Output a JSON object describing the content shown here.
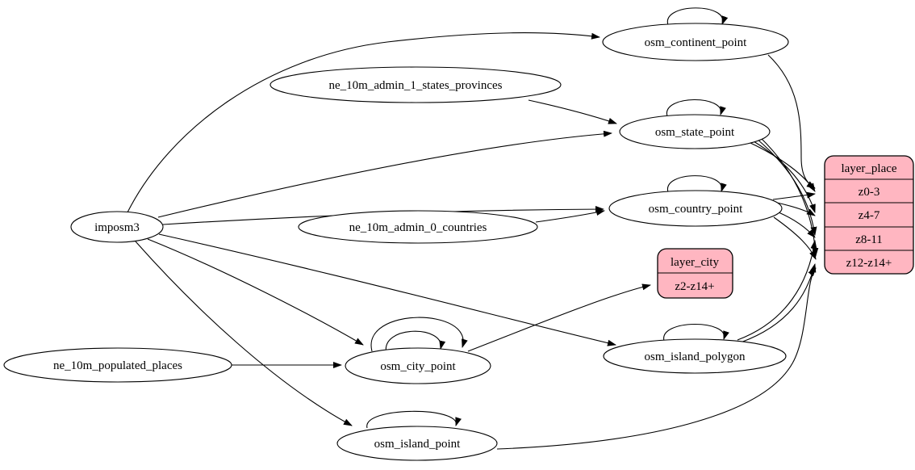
{
  "diagram": {
    "kind": "etl-dependency-graph",
    "background": "#ffffff",
    "colors": {
      "node_fill": "#ffffff",
      "record_fill": "#ffb6c1",
      "stroke": "#000000",
      "text": "#000000"
    },
    "nodes": {
      "imposm3": {
        "label": "imposm3",
        "shape": "ellipse"
      },
      "ne_10m_admin_1_states_provinces": {
        "label": "ne_10m_admin_1_states_provinces",
        "shape": "ellipse"
      },
      "ne_10m_admin_0_countries": {
        "label": "ne_10m_admin_0_countries",
        "shape": "ellipse"
      },
      "ne_10m_populated_places": {
        "label": "ne_10m_populated_places",
        "shape": "ellipse"
      },
      "osm_continent_point": {
        "label": "osm_continent_point",
        "shape": "ellipse"
      },
      "osm_state_point": {
        "label": "osm_state_point",
        "shape": "ellipse"
      },
      "osm_country_point": {
        "label": "osm_country_point",
        "shape": "ellipse"
      },
      "osm_city_point": {
        "label": "osm_city_point",
        "shape": "ellipse"
      },
      "osm_island_polygon": {
        "label": "osm_island_polygon",
        "shape": "ellipse"
      },
      "osm_island_point": {
        "label": "osm_island_point",
        "shape": "ellipse"
      }
    },
    "records": {
      "layer_city": {
        "title": "layer_city",
        "rows": [
          "z2-z14+"
        ]
      },
      "layer_place": {
        "title": "layer_place",
        "rows": [
          "z0-3",
          "z4-7",
          "z8-11",
          "z12-z14+"
        ]
      }
    },
    "edges": [
      {
        "from": "imposm3",
        "to": "osm_continent_point"
      },
      {
        "from": "imposm3",
        "to": "osm_state_point"
      },
      {
        "from": "imposm3",
        "to": "osm_country_point"
      },
      {
        "from": "imposm3",
        "to": "osm_city_point"
      },
      {
        "from": "imposm3",
        "to": "osm_island_polygon"
      },
      {
        "from": "imposm3",
        "to": "osm_island_point"
      },
      {
        "from": "ne_10m_admin_1_states_provinces",
        "to": "osm_state_point"
      },
      {
        "from": "ne_10m_admin_0_countries",
        "to": "osm_country_point"
      },
      {
        "from": "ne_10m_populated_places",
        "to": "osm_city_point"
      },
      {
        "from": "osm_continent_point",
        "to": "osm_continent_point",
        "self_loop": true
      },
      {
        "from": "osm_state_point",
        "to": "osm_state_point",
        "self_loop": true
      },
      {
        "from": "osm_country_point",
        "to": "osm_country_point",
        "self_loop": true
      },
      {
        "from": "osm_city_point",
        "to": "osm_city_point",
        "self_loop": true
      },
      {
        "from": "osm_city_point",
        "to": "osm_city_point",
        "self_loop": true
      },
      {
        "from": "osm_island_polygon",
        "to": "osm_island_polygon",
        "self_loop": true
      },
      {
        "from": "osm_island_point",
        "to": "osm_island_point",
        "self_loop": true
      },
      {
        "from": "osm_continent_point",
        "to": "layer_place:z0-3"
      },
      {
        "from": "osm_state_point",
        "to": "layer_place:z0-3"
      },
      {
        "from": "osm_state_point",
        "to": "layer_place:z4-7"
      },
      {
        "from": "osm_state_point",
        "to": "layer_place:z8-11"
      },
      {
        "from": "osm_state_point",
        "to": "layer_place:z12-z14+"
      },
      {
        "from": "osm_country_point",
        "to": "layer_place:z0-3"
      },
      {
        "from": "osm_country_point",
        "to": "layer_place:z4-7"
      },
      {
        "from": "osm_country_point",
        "to": "layer_place:z8-11"
      },
      {
        "from": "osm_country_point",
        "to": "layer_place:z12-z14+"
      },
      {
        "from": "osm_island_polygon",
        "to": "layer_place:z8-11"
      },
      {
        "from": "osm_island_polygon",
        "to": "layer_place:z12-z14+"
      },
      {
        "from": "osm_island_point",
        "to": "layer_place:z12-z14+"
      },
      {
        "from": "osm_city_point",
        "to": "layer_city:z2-z14+"
      }
    ]
  }
}
